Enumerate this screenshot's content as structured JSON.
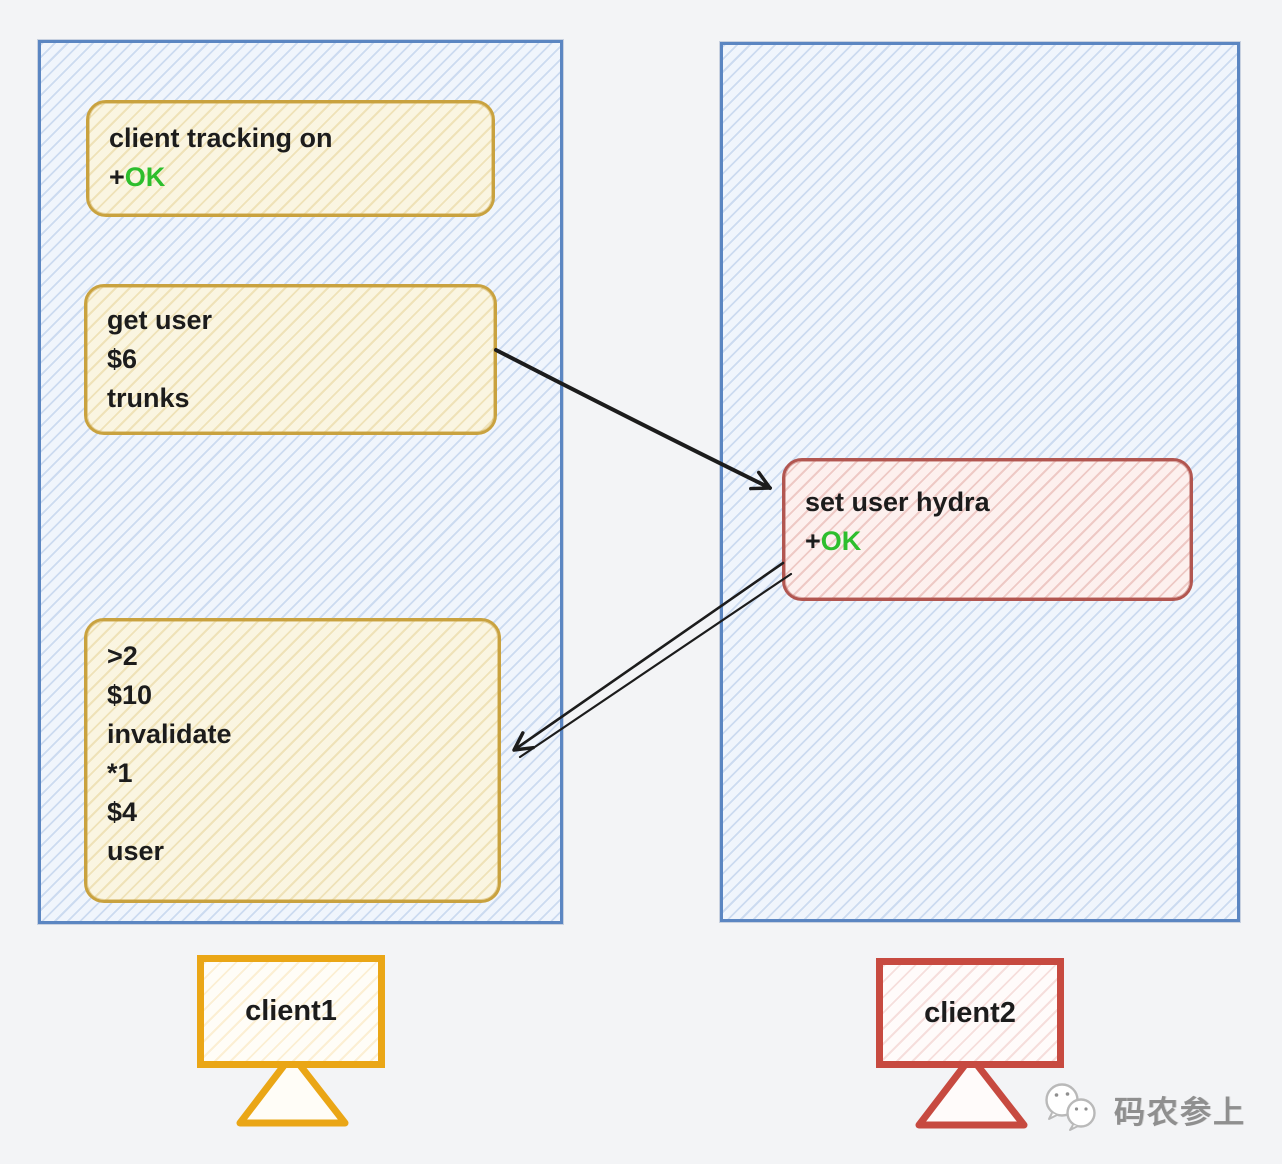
{
  "canvas": {
    "background": "#f3f4f6"
  },
  "colors": {
    "panel_border": "#5b86c2",
    "panel_fill": "#f0f5fc",
    "yellow_box_border": "#c9a23f",
    "yellow_box_fill": "#faf5e1",
    "red_box_border": "#b25650",
    "red_box_fill": "#fdf0ee",
    "monitor1_border": "#eaa616",
    "monitor2_border": "#c74a40",
    "arrow": "#1c1c1c",
    "ok_green": "#2dbe2d",
    "text": "#1c1c1c",
    "watermark_text": "#8f8f8f"
  },
  "boxes": {
    "tracking": {
      "line1": "client tracking on",
      "plus": "+",
      "ok": "OK"
    },
    "get_user": {
      "lines": [
        "get user",
        "$6",
        "trunks"
      ]
    },
    "invalidate": {
      "lines": [
        ">2",
        "$10",
        "invalidate",
        "*1",
        "$4",
        "user"
      ]
    },
    "set_user": {
      "line1": "set user hydra",
      "plus": "+",
      "ok": "OK"
    }
  },
  "clients": {
    "client1_label": "client1",
    "client2_label": "client2"
  },
  "watermark": {
    "icon": "wechat-icon",
    "text": "码农参上"
  }
}
